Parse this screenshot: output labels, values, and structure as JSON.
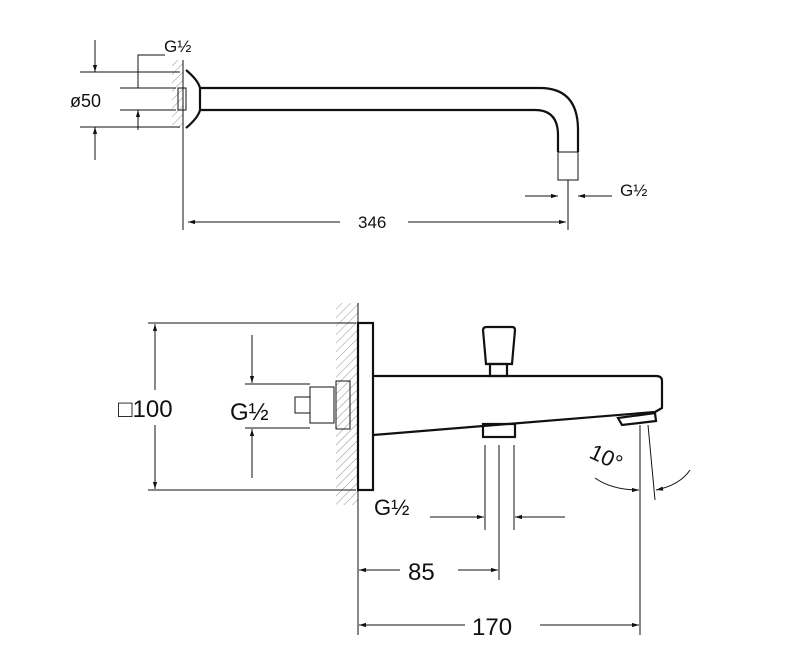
{
  "top_view": {
    "thread_left": "G½",
    "diameter_label": "ø50",
    "length_label": "346",
    "thread_right": "G½"
  },
  "bottom_view": {
    "plate_size_label": "□100",
    "thread_left": "G½",
    "thread_bottom": "G½",
    "dim_85": "85",
    "dim_170": "170",
    "angle_label": "10°"
  }
}
